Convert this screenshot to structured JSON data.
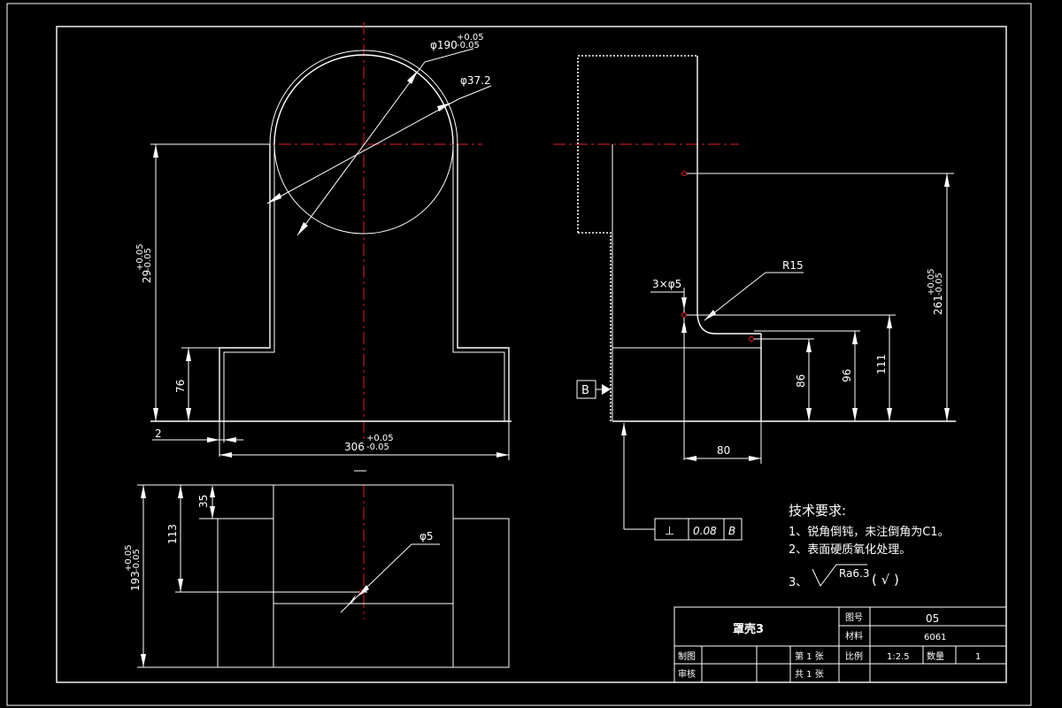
{
  "dimensions": {
    "d190_base": "φ190",
    "d190_tol_upper": "+0.05",
    "d190_tol_lower": "-0.05",
    "d37_2": "φ37.2",
    "h29_base": "29",
    "h29_tol_upper": "+0.05",
    "h29_tol_lower": "-0.05",
    "h76": "76",
    "w2": "2",
    "w306_base": "306",
    "w306_tol_upper": "+0.05",
    "w306_tol_lower": "-0.05",
    "r15": "R15",
    "holes_3x5": "3×φ5",
    "h261_base": "261",
    "h261_tol_upper": "+0.05",
    "h261_tol_lower": "-0.05",
    "h86": "86",
    "h96": "96",
    "h111": "111",
    "w80": "80",
    "h35": "35",
    "h113": "113",
    "h193_base": "193",
    "h193_tol_upper": "+0.05",
    "h193_tol_lower": "-0.05",
    "d5": "φ5"
  },
  "datum": {
    "label": "B"
  },
  "tolerance_frame": {
    "symbol": "⊥",
    "value": "0.08",
    "datum": "B"
  },
  "tech_requirements": {
    "title": "技术要求:",
    "item1": "1、锐角倒钝，未注倒角为C1。",
    "item2": "2、表面硬质氧化处理。",
    "item3_prefix": "3、",
    "roughness": "Ra6.3",
    "item3_suffix": "( √ )"
  },
  "title_block": {
    "part_name": "罩壳3",
    "drawing_no_label": "图号",
    "drawing_no": "05",
    "material_label": "材料",
    "material": "6061",
    "drawn_label": "制图",
    "reviewed_label": "审核",
    "sheet_label": "第 1 张",
    "total_label": "共 1 张",
    "scale_label": "比例",
    "scale": "1:2.5",
    "qty_label": "数量",
    "qty": "1"
  }
}
